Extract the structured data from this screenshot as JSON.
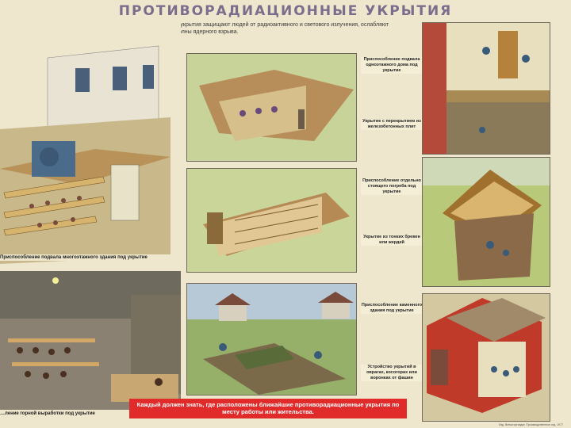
{
  "title": "ПРОТИВОРАДИАЦИОННЫЕ УКРЫТИЯ",
  "subtitle": "Противорадиационные укрытия защищают людей от радиоактивного и светового излучения, ослабляют воздействие ударной волны ядерного взрыва.",
  "captions": {
    "basement": "Приспособление подвала многоэтажного здания под укрытие",
    "mine": "…ление горной выработки под укрытие",
    "cellar": "Приспособление подвала одноэтажного дома под укрытие",
    "slabs": "Укрытие с перекрытием из железобетонных плит",
    "standalone_cellar": "Приспособление отдельно стоящего погреба под укрытие",
    "wood": "Укрытие из тонких бревен или жердей",
    "stone_house": "Приспособление каменного здания под укрытие",
    "ravines": "Устройство укрытий в оврагах, косогорах или воронках от фашин"
  },
  "banner": "Каждый должен знать, где расположены ближайшие противорадиационные укрытия по месту работы или жительства.",
  "footer": "Изд. Внешторгиздат, Производственное отд. 1977"
}
